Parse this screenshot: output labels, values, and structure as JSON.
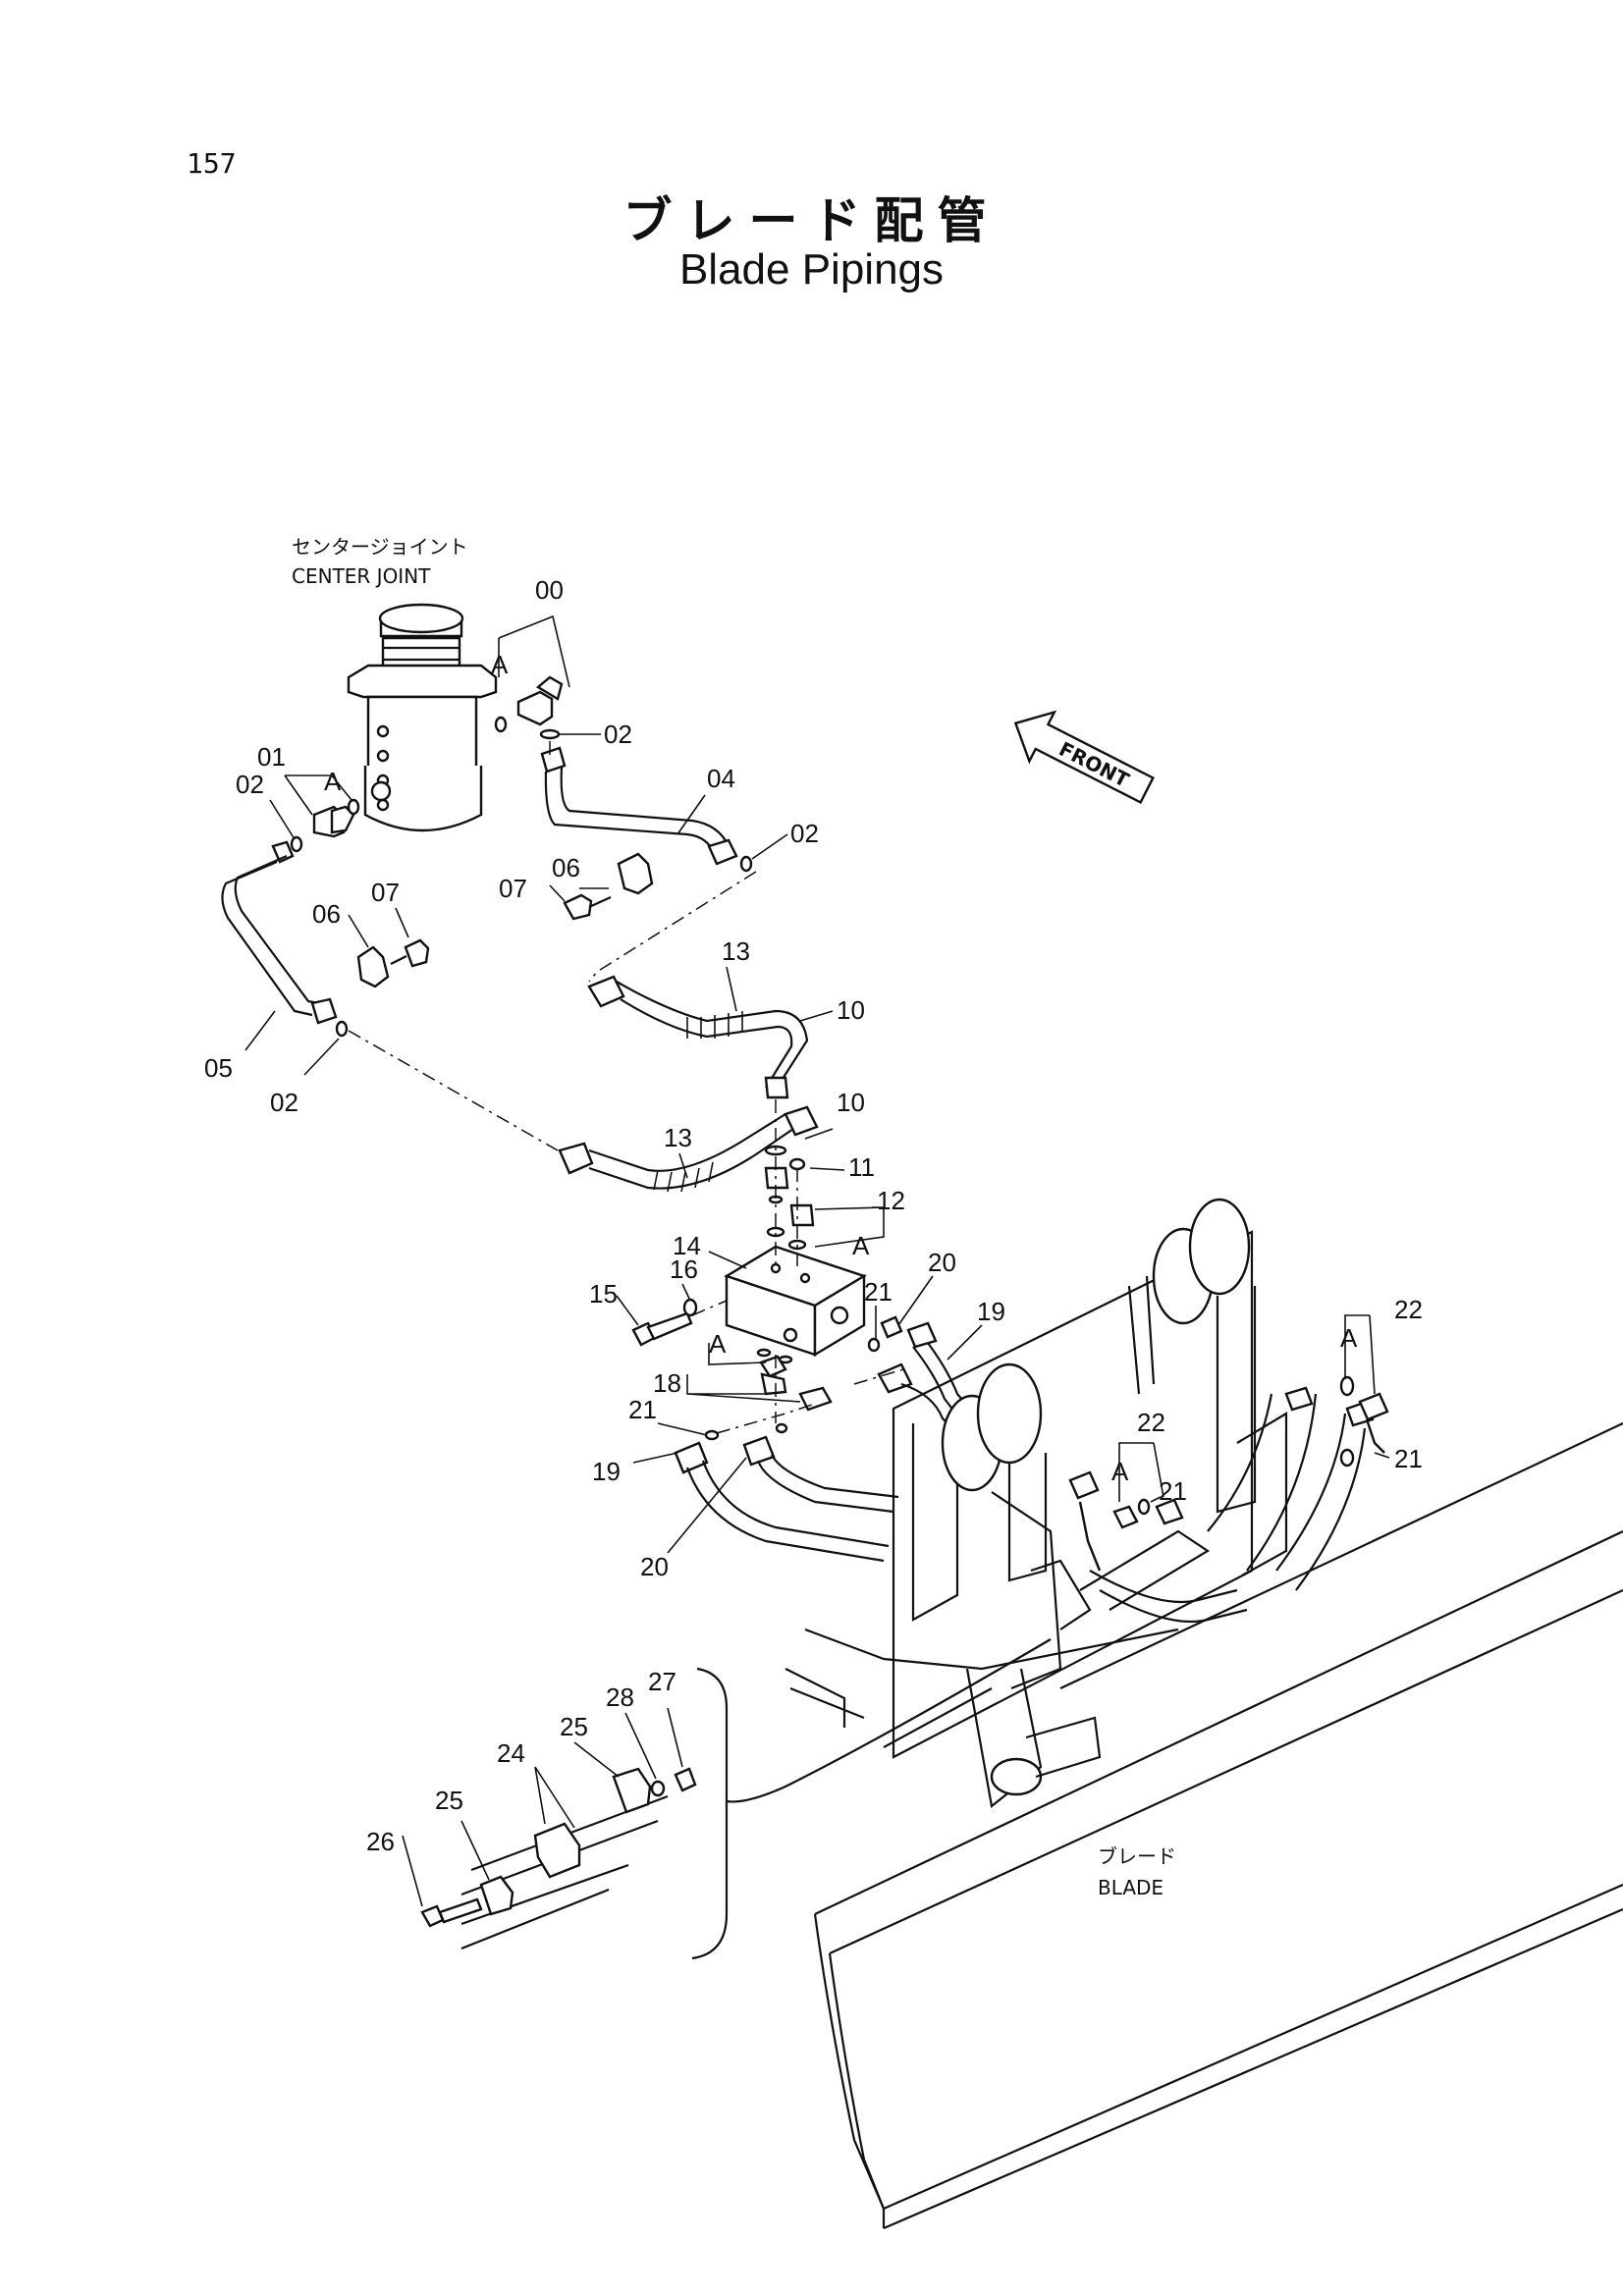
{
  "page": {
    "number": "157"
  },
  "title": {
    "jp": "ブレード配管",
    "en": "Blade Pipings"
  },
  "captions": {
    "center_joint_jp": "センタージョイント",
    "center_joint_en": "CENTER JOINT",
    "blade_jp": "ブレード",
    "blade_en": "BLADE",
    "front": "FRONT"
  },
  "callouts": [
    {
      "id": "00a",
      "text": "00"
    },
    {
      "id": "01",
      "text": "01"
    },
    {
      "id": "02a",
      "text": "02"
    },
    {
      "id": "02b",
      "text": "02"
    },
    {
      "id": "02c",
      "text": "02"
    },
    {
      "id": "02d",
      "text": "02"
    },
    {
      "id": "04",
      "text": "04"
    },
    {
      "id": "05",
      "text": "05"
    },
    {
      "id": "06a",
      "text": "06"
    },
    {
      "id": "06b",
      "text": "06"
    },
    {
      "id": "07a",
      "text": "07"
    },
    {
      "id": "07b",
      "text": "07"
    },
    {
      "id": "10a",
      "text": "10"
    },
    {
      "id": "10b",
      "text": "10"
    },
    {
      "id": "11",
      "text": "11"
    },
    {
      "id": "12",
      "text": "12"
    },
    {
      "id": "13a",
      "text": "13"
    },
    {
      "id": "13b",
      "text": "13"
    },
    {
      "id": "14",
      "text": "14"
    },
    {
      "id": "15",
      "text": "15"
    },
    {
      "id": "16",
      "text": "16"
    },
    {
      "id": "18",
      "text": "18"
    },
    {
      "id": "19a",
      "text": "19"
    },
    {
      "id": "19b",
      "text": "19"
    },
    {
      "id": "20a",
      "text": "20"
    },
    {
      "id": "20b",
      "text": "20"
    },
    {
      "id": "21a",
      "text": "21"
    },
    {
      "id": "21b",
      "text": "21"
    },
    {
      "id": "21c",
      "text": "21"
    },
    {
      "id": "21d",
      "text": "21"
    },
    {
      "id": "22a",
      "text": "22"
    },
    {
      "id": "22b",
      "text": "22"
    },
    {
      "id": "24",
      "text": "24"
    },
    {
      "id": "25a",
      "text": "25"
    },
    {
      "id": "25b",
      "text": "25"
    },
    {
      "id": "26",
      "text": "26"
    },
    {
      "id": "27",
      "text": "27"
    },
    {
      "id": "28",
      "text": "28"
    },
    {
      "id": "Aa",
      "text": "A"
    },
    {
      "id": "Ab",
      "text": "A"
    },
    {
      "id": "Ac",
      "text": "A"
    },
    {
      "id": "Ad",
      "text": "A"
    },
    {
      "id": "Ae",
      "text": "A"
    },
    {
      "id": "Af",
      "text": "A"
    }
  ]
}
